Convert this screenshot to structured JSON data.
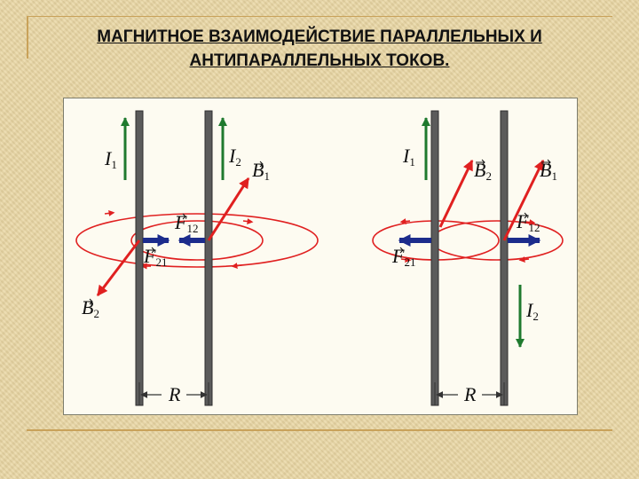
{
  "title": {
    "line1": "МАГНИТНОЕ ВЗАИМОДЕЙСТВИЕ ПАРАЛЛЕЛЬНЫХ И",
    "line2": "АНТИПАРАЛЛЕЛЬНЫХ ТОКОВ."
  },
  "colors": {
    "wire": "#5b5b5b",
    "current_arrow": "#1f7a2e",
    "field_arrow": "#e02020",
    "force_arrow": "#1c2c8c"
  },
  "left": {
    "current1": {
      "letter": "I",
      "sub": "1"
    },
    "current2": {
      "letter": "I",
      "sub": "2"
    },
    "field1": {
      "letter": "B",
      "sub": "1"
    },
    "field2": {
      "letter": "B",
      "sub": "2"
    },
    "force12": {
      "letter": "F",
      "sub": "12"
    },
    "force21": {
      "letter": "F",
      "sub": "21"
    },
    "distance": "R"
  },
  "right": {
    "current1": {
      "letter": "I",
      "sub": "1"
    },
    "current2": {
      "letter": "I",
      "sub": "2"
    },
    "field1": {
      "letter": "B",
      "sub": "1"
    },
    "field2": {
      "letter": "B",
      "sub": "2"
    },
    "force12": {
      "letter": "F",
      "sub": "12"
    },
    "force21": {
      "letter": "F",
      "sub": "21"
    },
    "distance": "R"
  }
}
